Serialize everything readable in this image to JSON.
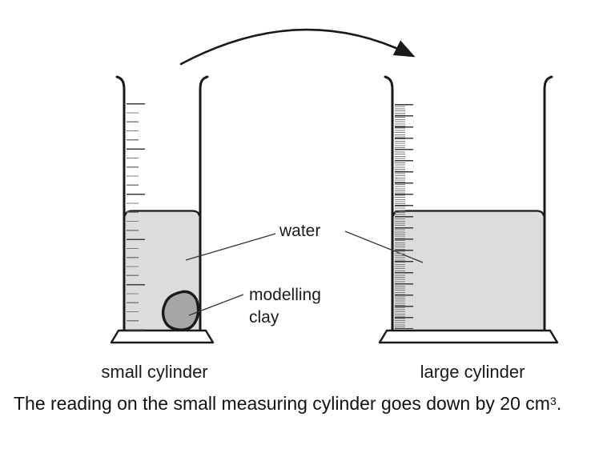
{
  "labels": {
    "water": "water",
    "modelling_clay": [
      "modelling",
      "clay"
    ],
    "small_cylinder_caption": "small cylinder",
    "large_cylinder_caption": "large cylinder"
  },
  "caption": {
    "text": "The reading on the small measuring cylinder goes down by 20 cm",
    "superscript": "3",
    "period": "."
  },
  "colors": {
    "water_fill": "#dcdcdc",
    "clay_fill": "#a6a6a6",
    "outline": "#1a1a1a",
    "tick_minor": "#7d7d7d",
    "tick_major": "#3c3c3c"
  }
}
